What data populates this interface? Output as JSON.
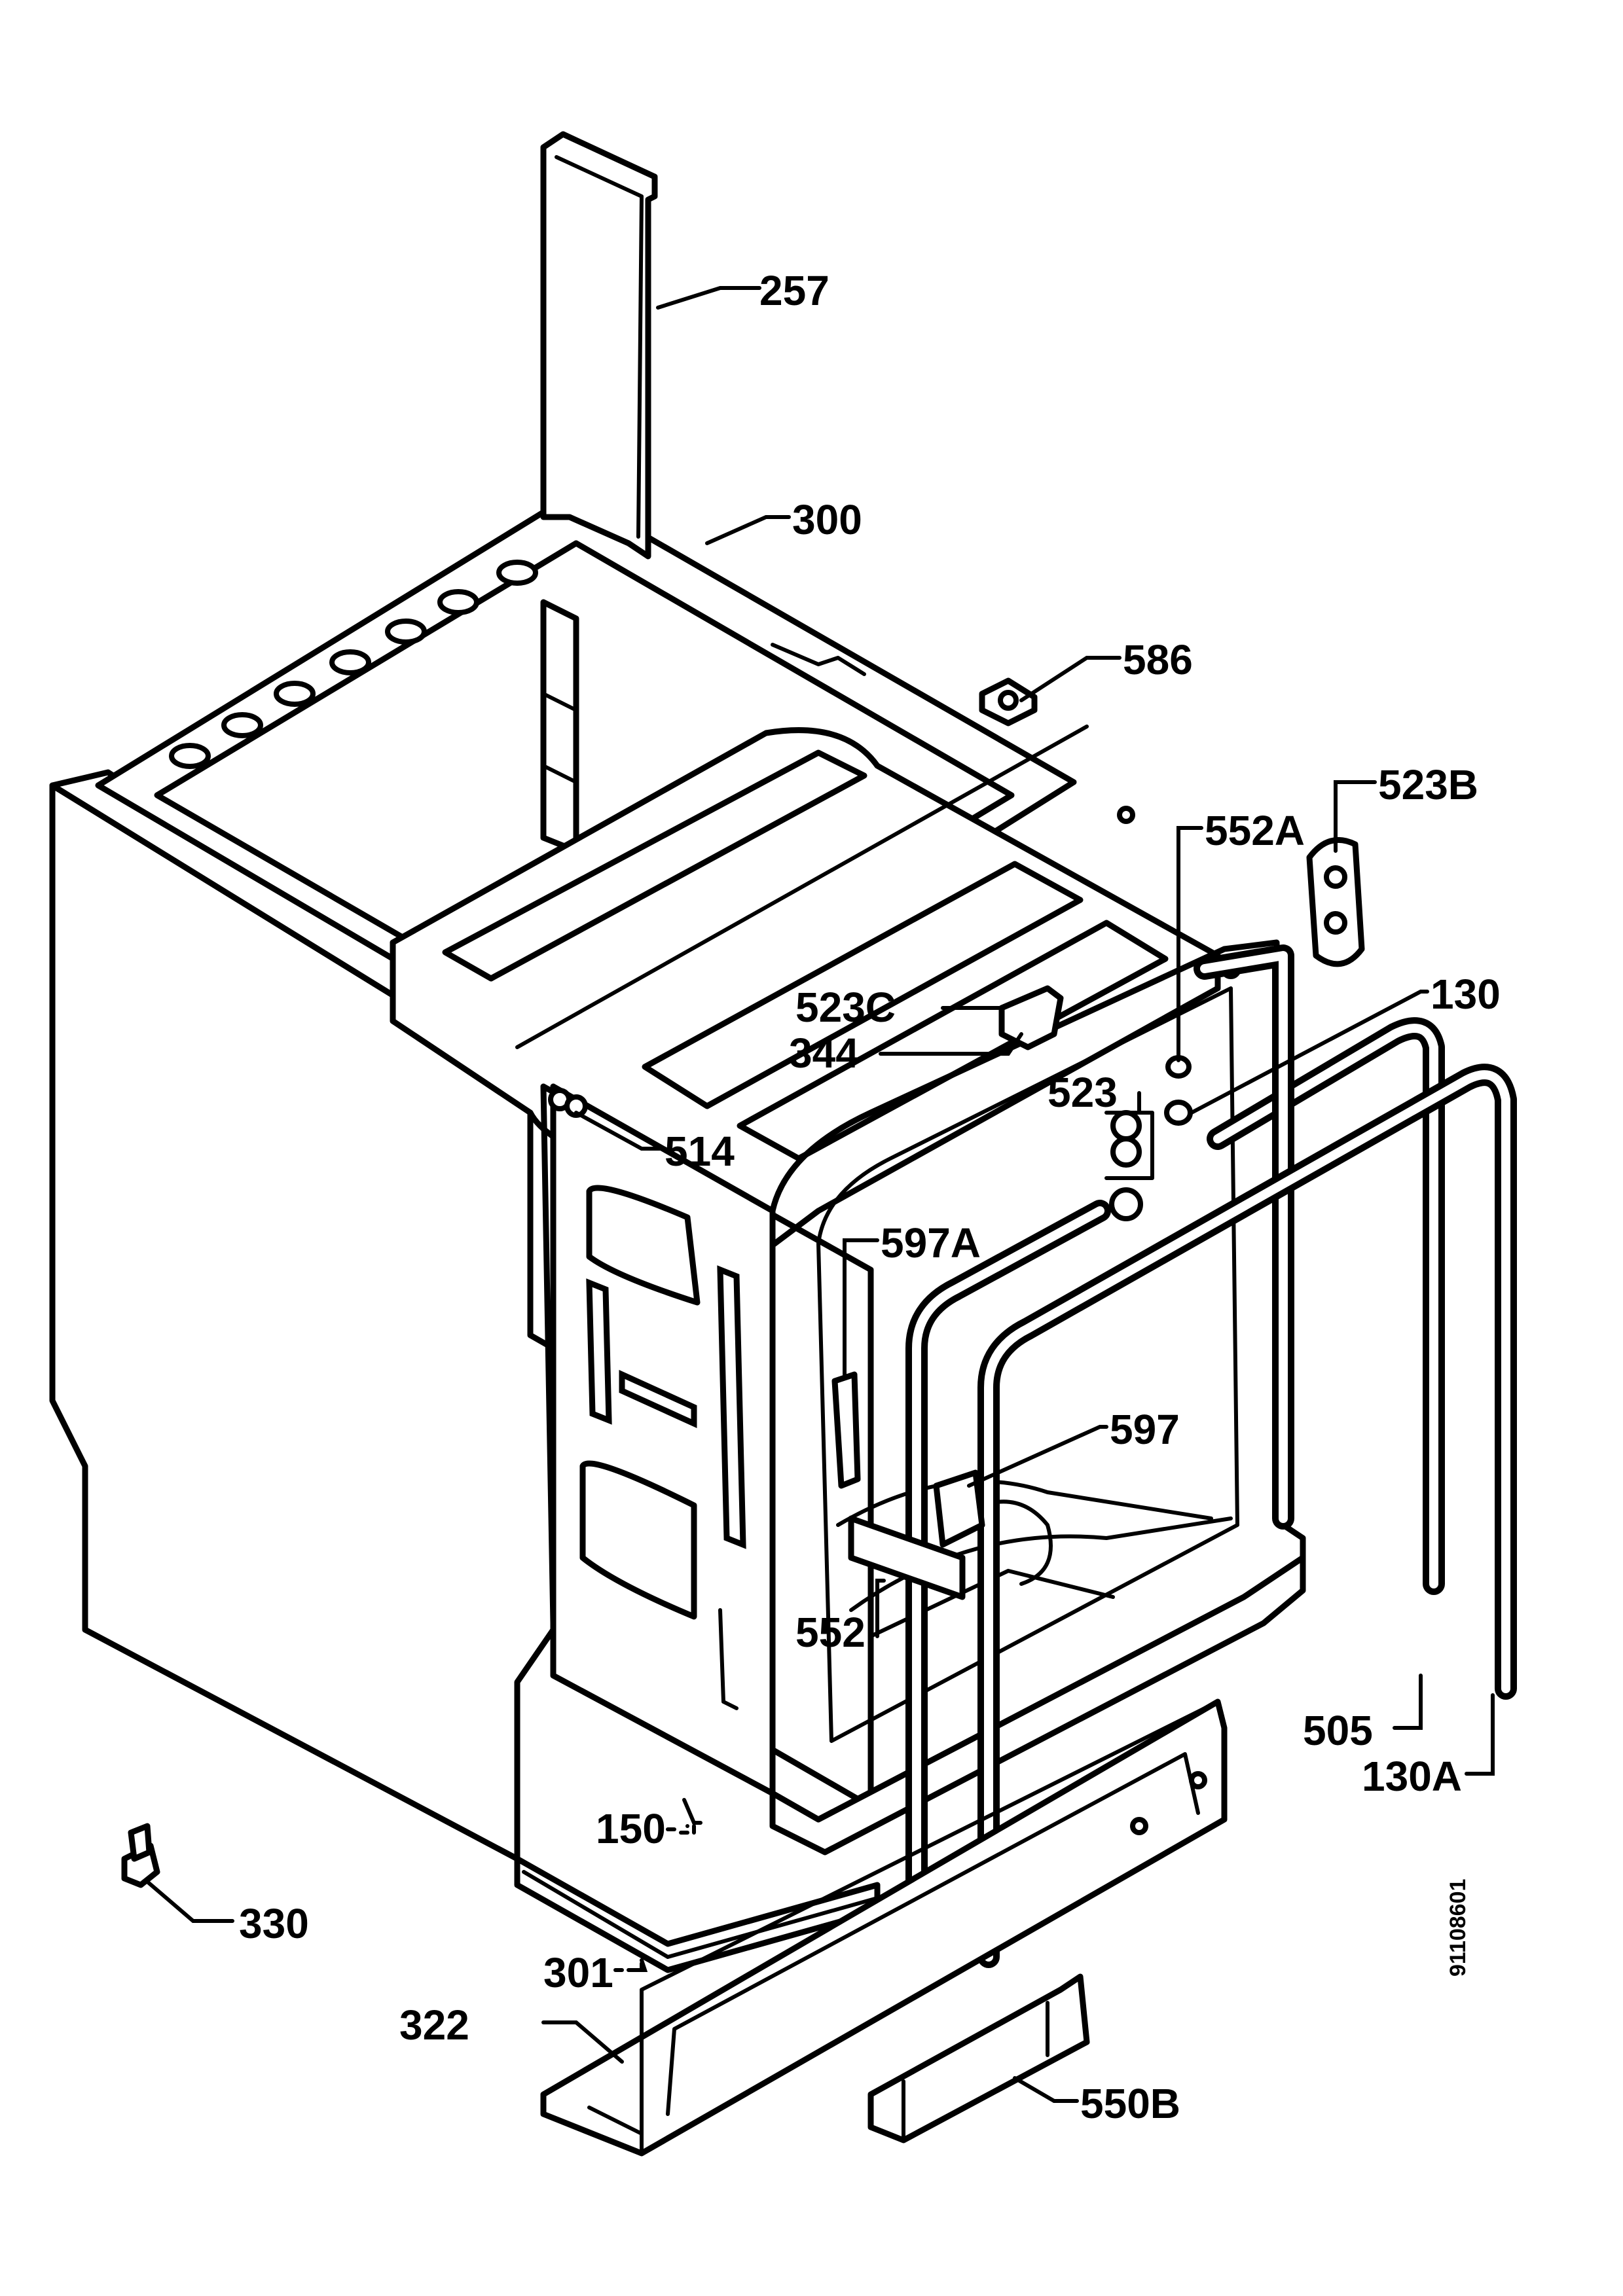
{
  "drawing_id": "91108601",
  "parts": [
    {
      "id": "p257",
      "label": "257"
    },
    {
      "id": "p300",
      "label": "300"
    },
    {
      "id": "p586",
      "label": "586"
    },
    {
      "id": "p523B",
      "label": "523B"
    },
    {
      "id": "p552A",
      "label": "552A"
    },
    {
      "id": "p130",
      "label": "130"
    },
    {
      "id": "p523C",
      "label": "523C"
    },
    {
      "id": "p344",
      "label": "344"
    },
    {
      "id": "p523",
      "label": "523"
    },
    {
      "id": "p514",
      "label": "514"
    },
    {
      "id": "p597A",
      "label": "597A"
    },
    {
      "id": "p597",
      "label": "597"
    },
    {
      "id": "p552",
      "label": "552"
    },
    {
      "id": "p505",
      "label": "505"
    },
    {
      "id": "p130A",
      "label": "130A"
    },
    {
      "id": "p150",
      "label": "150"
    },
    {
      "id": "p330",
      "label": "330"
    },
    {
      "id": "p301",
      "label": "301"
    },
    {
      "id": "p322",
      "label": "322"
    },
    {
      "id": "p550B",
      "label": "550B"
    }
  ]
}
